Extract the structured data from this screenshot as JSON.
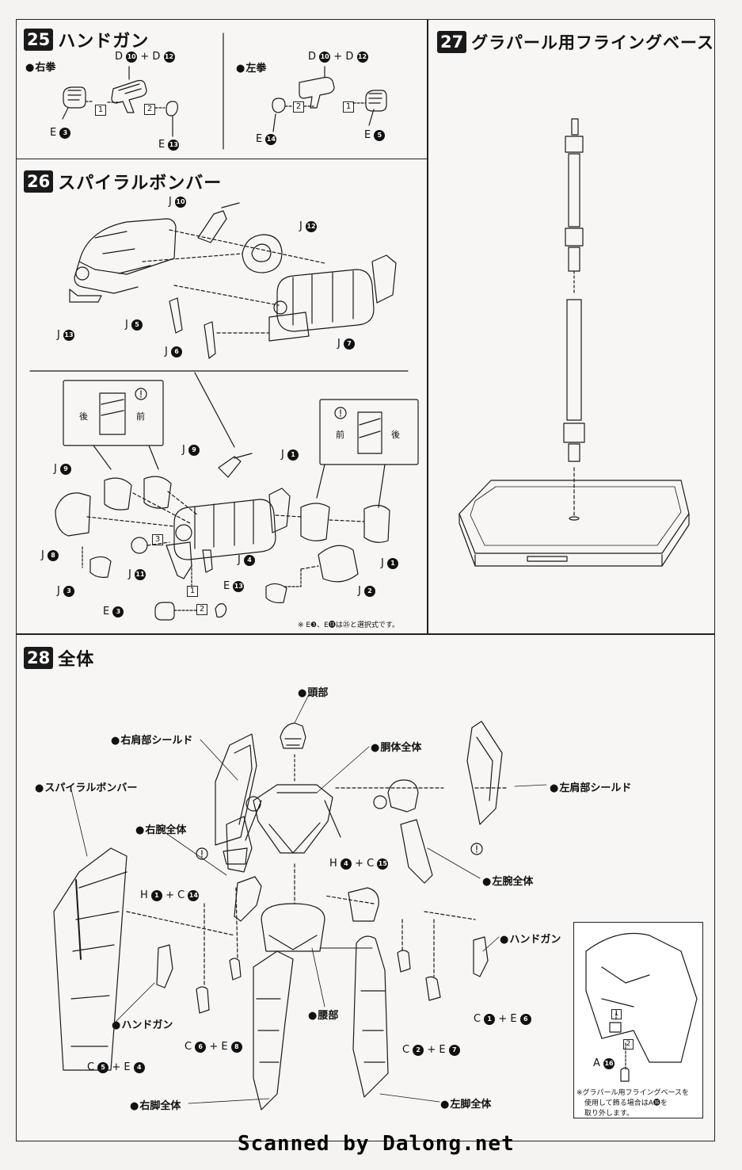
{
  "s25": {
    "num": "25",
    "title": "ハンドガン",
    "right_label": "右拳",
    "left_label": "左拳",
    "r_top": [
      "D",
      "10",
      "+",
      "D",
      "12"
    ],
    "r_e1": [
      "E",
      "3"
    ],
    "r_e2": [
      "E",
      "13"
    ],
    "l_top": [
      "D",
      "10",
      "+",
      "D",
      "12"
    ],
    "l_e1": [
      "E",
      "14"
    ],
    "l_e2": [
      "E",
      "5"
    ],
    "step1": "1",
    "step2": "2"
  },
  "s26": {
    "num": "26",
    "title": "スパイラルボンバー",
    "p": {
      "j10": [
        "J",
        "10"
      ],
      "j12": [
        "J",
        "12"
      ],
      "j13": [
        "J",
        "13"
      ],
      "j5": [
        "J",
        "5"
      ],
      "j6": [
        "J",
        "6"
      ],
      "j7": [
        "J",
        "7"
      ],
      "j9a": [
        "J",
        "9"
      ],
      "j9b": [
        "J",
        "9"
      ],
      "j1a": [
        "J",
        "1"
      ],
      "j1b": [
        "J",
        "1"
      ],
      "j8": [
        "J",
        "8"
      ],
      "j3": [
        "J",
        "3"
      ],
      "j11": [
        "J",
        "11"
      ],
      "j4": [
        "J",
        "4"
      ],
      "j2": [
        "J",
        "2"
      ],
      "e13": [
        "E",
        "13"
      ],
      "e3": [
        "E",
        "3"
      ]
    },
    "back": "後",
    "front": "前",
    "step1": "1",
    "step2": "2",
    "step3": "3",
    "note": "※ E❸、E⓭は㉕と選択式です。"
  },
  "s27": {
    "num": "27",
    "title": "グラパール用フライングベース"
  },
  "s28": {
    "num": "28",
    "title": "全体",
    "labels": {
      "head": "頭部",
      "rshield": "右肩部シールド",
      "torso": "胴体全体",
      "lshield": "左肩部シールド",
      "spiral": "スパイラルボンバー",
      "rarm": "右腕全体",
      "larm": "左腕全体",
      "lgun": "ハンドガン",
      "rgun": "ハンドガン",
      "waist": "腰部",
      "rleg": "右脚全体",
      "lleg": "左脚全体"
    },
    "p": {
      "h1c14": [
        "H",
        "1",
        "+",
        "C",
        "14"
      ],
      "h4c15": [
        "H",
        "4",
        "+",
        "C",
        "15"
      ],
      "c1e6": [
        "C",
        "1",
        "+",
        "E",
        "6"
      ],
      "c6e8": [
        "C",
        "6",
        "+",
        "E",
        "8"
      ],
      "c2e7": [
        "C",
        "2",
        "+",
        "E",
        "7"
      ],
      "c5e4": [
        "C",
        "5",
        "+",
        "E",
        "4"
      ],
      "a16": [
        "A",
        "16"
      ]
    },
    "inset_note": [
      "※グラパール用フライングベースを",
      "使用して飾る場合はA⓰を",
      "取り外します。"
    ],
    "step1": "1",
    "step2": "2"
  },
  "footer": "Scanned by Dalong.net"
}
